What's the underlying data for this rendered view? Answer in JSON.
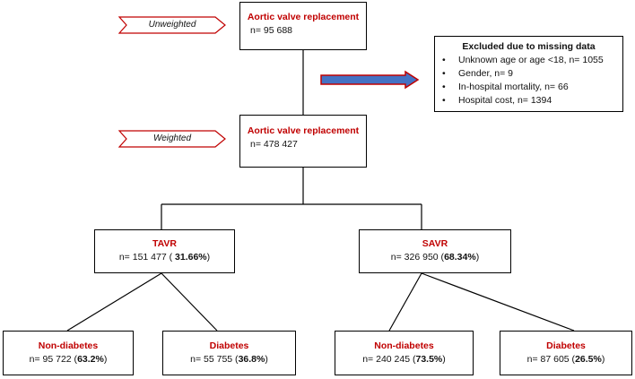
{
  "flags": {
    "unweighted": "Unweighted",
    "weighted": "Weighted"
  },
  "avr_unweighted": {
    "title": "Aortic valve replacement",
    "n": "n= 95 688"
  },
  "avr_weighted": {
    "title": "Aortic valve replacement",
    "n": "n= 478 427"
  },
  "excluded": {
    "title": "Excluded due to missing data",
    "items": [
      "Unknown age or age <18, n= 1055",
      "Gender, n= 9",
      "In-hospital mortality, n= 66",
      "Hospital cost, n= 1394"
    ]
  },
  "tavr": {
    "title": "TAVR",
    "n_prefix": "n= 151 477 ( ",
    "pct": "31.66%",
    "suffix": ")"
  },
  "savr": {
    "title": "SAVR",
    "n_prefix": "n= 326 950 (",
    "pct": "68.34%",
    "suffix": ")"
  },
  "tavr_nondiab": {
    "title": "Non-diabetes",
    "n_prefix": "n= 95 722 (",
    "pct": "63.2%",
    "suffix": ")"
  },
  "tavr_diab": {
    "title": "Diabetes",
    "n_prefix": "n= 55 755 (",
    "pct": "36.8%",
    "suffix": ")"
  },
  "savr_nondiab": {
    "title": "Non-diabetes",
    "n_prefix": "n= 240 245 (",
    "pct": "73.5%",
    "suffix": ")"
  },
  "savr_diab": {
    "title": "Diabetes",
    "n_prefix": "n= 87 605 (",
    "pct": "26.5%",
    "suffix": ")"
  },
  "colors": {
    "title_red": "#c00000",
    "arrow_blue": "#4472c4",
    "arrow_red": "#c00000"
  }
}
